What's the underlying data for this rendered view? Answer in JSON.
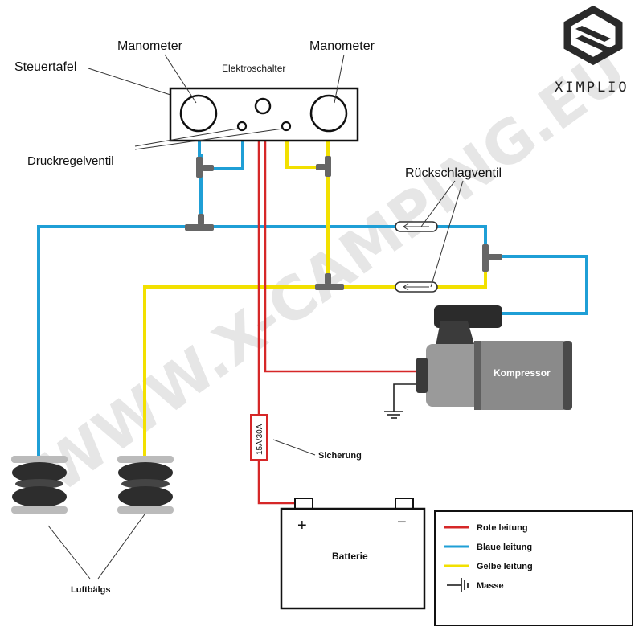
{
  "brand": {
    "name": "XIMPLIO"
  },
  "watermark": {
    "text": "WWW.X-CAMPING.EU"
  },
  "labels": {
    "control_panel": "Steuertafel",
    "gauge_left": "Manometer",
    "gauge_right": "Manometer",
    "electric_switch": "Elektroschalter",
    "pressure_valve": "Druckregelventil",
    "check_valve": "Rückschlagventil",
    "compressor": "Kompressor",
    "fuse": "15A/30A",
    "fuse_label": "Sicherung",
    "battery": "Batterie",
    "battery_plus": "+",
    "battery_minus": "−",
    "air_bags": "Luftbälgs"
  },
  "legend": {
    "items": [
      {
        "label": "Rote leitung",
        "color": "#d62728",
        "kind": "line"
      },
      {
        "label": "Blaue leitung",
        "color": "#1f9fd6",
        "kind": "line"
      },
      {
        "label": "Gelbe leitung",
        "color": "#f2e000",
        "kind": "line"
      },
      {
        "label": "Masse",
        "color": "#111111",
        "kind": "ground"
      }
    ]
  },
  "colors": {
    "red": "#d62728",
    "blue": "#1f9fd6",
    "yellow": "#f2e000",
    "fitting": "#555555"
  }
}
